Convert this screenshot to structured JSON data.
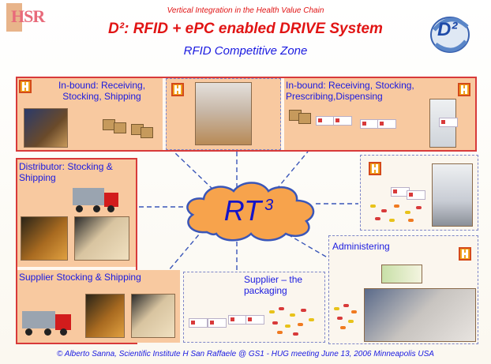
{
  "header": {
    "subtitle": "Vertical Integration in the Health Value Chain",
    "title": "D²: RFID + ePC enabled DRIVE System",
    "zone": "RFID  Competitive Zone",
    "left_logo_text": "HSR",
    "right_logo_text": "D²"
  },
  "center": {
    "label": "RT",
    "superscript": "3"
  },
  "panels": {
    "inbound_left": "In-bound: Receiving, Stocking, Shipping",
    "inbound_right": "In-bound: Receiving, Stocking, Prescribing,Dispensing",
    "distributor": "Distributor: Stocking & Shipping",
    "supplier_stocking": "Supplier Stocking & Shipping",
    "supplier_packaging": "Supplier – the packaging",
    "administering": "Administering"
  },
  "footer": "© Alberto Sanna, Scientific Institute H San Raffaele @ GS1 - HUG meeting June 13, 2006 Minneapolis USA",
  "colors": {
    "title_red": "#e11414",
    "text_blue": "#1a1ae0",
    "panel_peach": "#f8c9a0",
    "border_red": "#d83a3a",
    "cloud_orange": "#f7a34c"
  }
}
